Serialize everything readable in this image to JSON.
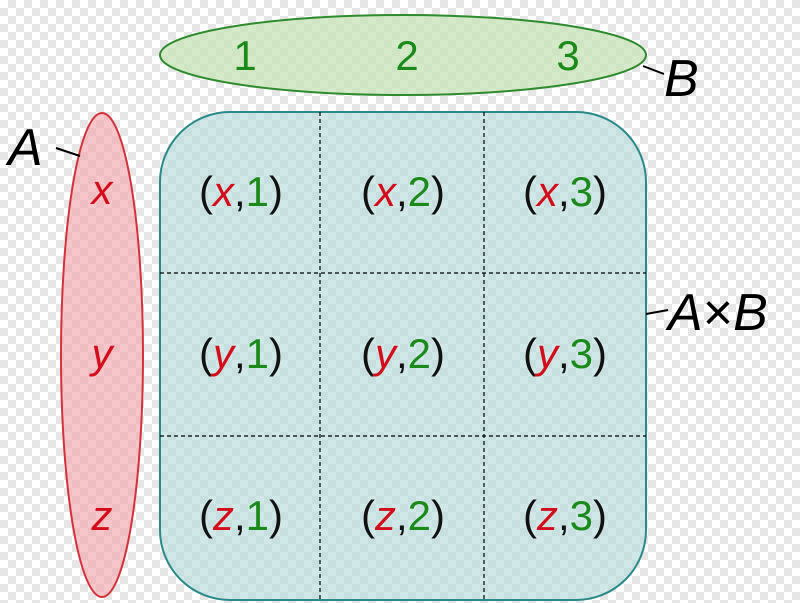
{
  "colors": {
    "set_a_fill": "#f3a7ad",
    "set_a_stroke": "#d4323a",
    "set_a_text": "#d40d1a",
    "set_b_fill": "#c7e3b5",
    "set_b_stroke": "#2e8b2e",
    "set_b_text": "#1a8a1a",
    "product_fill": "#b9dcdc",
    "product_stroke": "#2a8a8a",
    "pair_text": "#111111"
  },
  "labels": {
    "set_a_name": "A",
    "set_b_name": "B",
    "product_name_left": "A",
    "product_name_op": "×",
    "product_name_right": "B"
  },
  "set_a": {
    "elements": [
      "x",
      "y",
      "z"
    ]
  },
  "set_b": {
    "elements": [
      "1",
      "2",
      "3"
    ]
  },
  "pair_syntax": {
    "open": "(",
    "sep": ",",
    "close": ")"
  },
  "pairs": [
    [
      {
        "a": "x",
        "b": "1"
      },
      {
        "a": "x",
        "b": "2"
      },
      {
        "a": "x",
        "b": "3"
      }
    ],
    [
      {
        "a": "y",
        "b": "1"
      },
      {
        "a": "y",
        "b": "2"
      },
      {
        "a": "y",
        "b": "3"
      }
    ],
    [
      {
        "a": "z",
        "b": "1"
      },
      {
        "a": "z",
        "b": "2"
      },
      {
        "a": "z",
        "b": "3"
      }
    ]
  ]
}
